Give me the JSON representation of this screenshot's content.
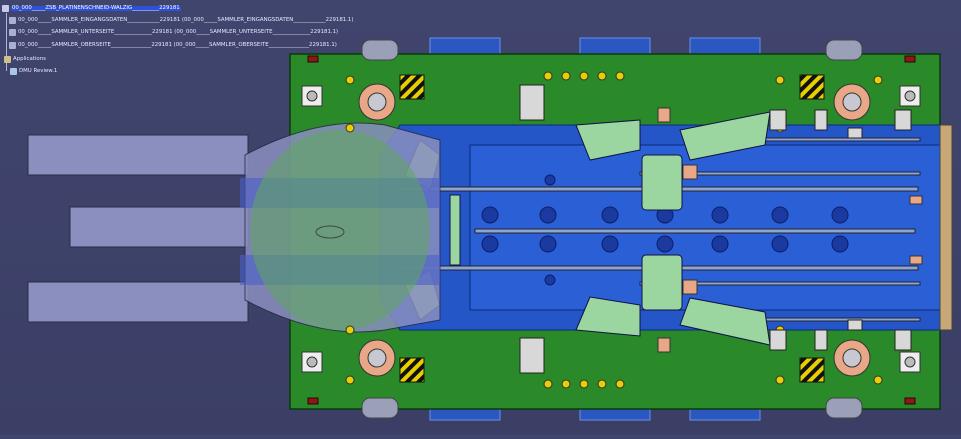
{
  "spec_tree": {
    "root": "00_000_____ZSB_PLATINENSCHNEID-WALZIG__________229181",
    "children": [
      "00_000_____SAMMLER_EINGANGSDATEN____________229181 (00_000_____SAMMLER_EINGANGSDATEN____________229181.1)",
      "00_000_____SAMMLER_UNTERSEITE______________229181 (00_000_____SAMMLER_UNTERSEITE______________229181.1)",
      "00_000_____SAMMLER_OBERSEITE_______________229181 (00_000_____SAMMLER_OBERSEITE_______________229181.1)"
    ],
    "applications": "Applications",
    "dmu": "DMU Review.1"
  },
  "icons": [
    "product-root-icon",
    "product-icon",
    "applications-icon",
    "dmu-review-icon"
  ],
  "colors": {
    "background": "#40456e",
    "baseplate_green": "#2a8a2a",
    "die_blue": "#2456c8",
    "blank_lavender": "#8a8fbf",
    "hazard_yellow": "#e8d000",
    "pad_salmon": "#e8a888",
    "insert_mint": "#9bd6a0",
    "selection_blue": "#2f50d8"
  }
}
